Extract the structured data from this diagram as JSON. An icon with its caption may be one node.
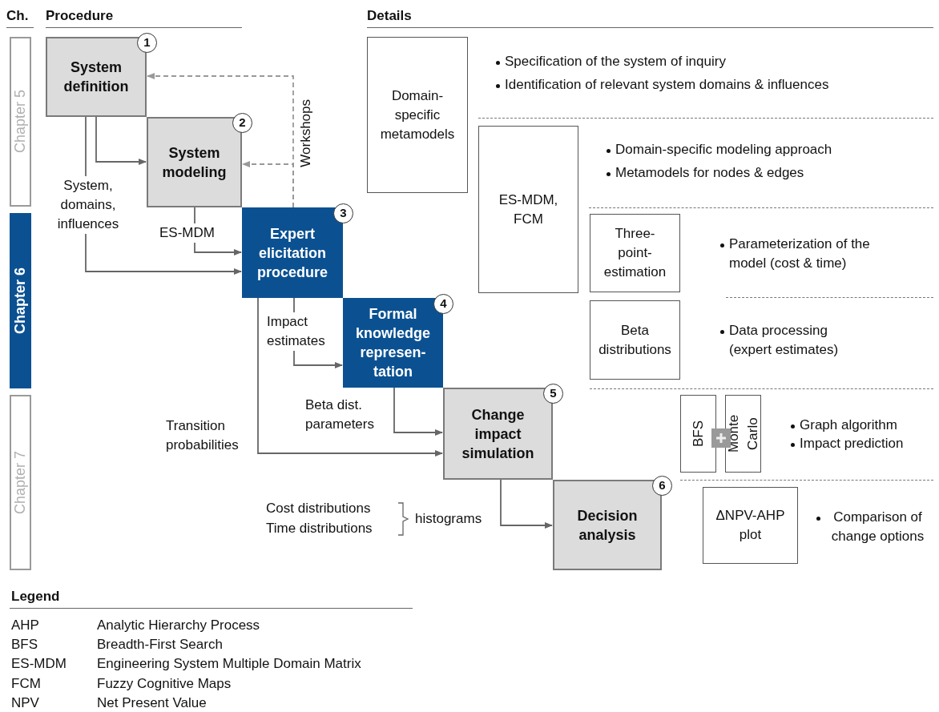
{
  "diagram": {
    "nodes": [
      {
        "text": [
          "System definition"
        ],
        "beside": [
          "1"
        ]
      },
      {
        "text": [
          "System modeling"
        ],
        "beside": [
          "2"
        ]
      },
      {
        "text": [
          "Expert elicitation procedure"
        ],
        "beside": [
          "3"
        ]
      },
      {
        "text": [
          "Formal knowledge represen-tation"
        ],
        "beside": [
          "4"
        ]
      },
      {
        "text": [
          "Change impact simulation"
        ],
        "beside": [
          "5"
        ]
      },
      {
        "text": [
          "Decision analysis"
        ],
        "beside": [
          "6"
        ]
      },
      {
        "text": [
          "Chapter 5"
        ]
      },
      {
        "text": [
          "Chapter 6"
        ]
      },
      {
        "text": [
          "Chapter 7"
        ]
      },
      {
        "text": [
          "Domain-specific metamodels"
        ]
      },
      {
        "text": [
          "ES-MDM, FCM"
        ]
      },
      {
        "text": [
          "Three-point-estimation"
        ]
      },
      {
        "text": [
          "Beta distributions"
        ]
      },
      {
        "text": [
          "BFS"
        ]
      },
      {
        "text": [
          "Monte Carlo"
        ]
      },
      {
        "text": [
          "ΔNPV-AHP plot"
        ]
      }
    ],
    "edges": [
      {
        "from": 0,
        "to": 1,
        "arrow": "to"
      },
      {
        "from": 0,
        "to": 2,
        "arrow": "to",
        "label": "System, domains, influences"
      },
      {
        "from": 1,
        "to": 2,
        "arrow": "to",
        "label": "ES-MDM"
      },
      {
        "from": 2,
        "to": 3,
        "arrow": "to",
        "label": "Impact estimates"
      },
      {
        "from": 3,
        "to": 4,
        "arrow": "to",
        "label": "Beta dist. parameters"
      },
      {
        "from": 2,
        "to": 4,
        "arrow": "to",
        "label": "Transition probabilities"
      },
      {
        "from": 4,
        "to": 5,
        "arrow": "to",
        "label": "histograms"
      },
      {
        "from": 2,
        "to": 1,
        "arrow": "to",
        "style": "dashed",
        "color": "#999999"
      },
      {
        "from": 2,
        "to": 0,
        "arrow": "to",
        "style": "dashed",
        "color": "#999999",
        "label": "Workshops"
      }
    ],
    "labels": [
      "Ch.",
      "Procedure",
      "Details",
      "Specification of the system of inquiry",
      "Identification of relevant system domains & influences",
      "Domain-specific modeling approach",
      "Metamodels for nodes & edges",
      "Parameterization of the model (cost & time)",
      "Data processing (expert estimates)",
      "Graph algorithm",
      "Impact prediction",
      "Cost distributions",
      "Time distributions",
      "Comparison of change options",
      "Legend",
      "AHP",
      "Analytic Hierarchy Process",
      "BFS",
      "Breadth-First Search",
      "ES-MDM",
      "Engineering System Multiple Domain Matrix",
      "FCM",
      "Fuzzy Cognitive Maps",
      "NPV",
      "Net Present Value"
    ]
  }
}
